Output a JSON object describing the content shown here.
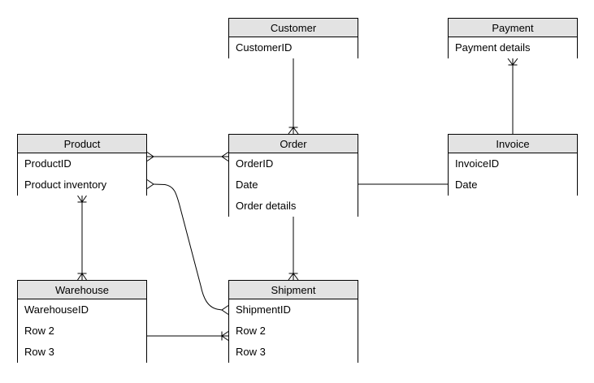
{
  "diagram": {
    "type": "entity-relationship",
    "colors": {
      "background": "#ffffff",
      "entity_fill": "#ffffff",
      "entity_header_fill": "#e3e3e3",
      "border": "#000000",
      "line": "#000000"
    },
    "entities": [
      {
        "id": "customer",
        "name": "Customer",
        "rows": [
          "CustomerID"
        ]
      },
      {
        "id": "payment",
        "name": "Payment",
        "rows": [
          "Payment details"
        ]
      },
      {
        "id": "product",
        "name": "Product",
        "rows": [
          "ProductID",
          "Product inventory"
        ]
      },
      {
        "id": "order",
        "name": "Order",
        "rows": [
          "OrderID",
          "Date",
          "Order details"
        ]
      },
      {
        "id": "invoice",
        "name": "Invoice",
        "rows": [
          "InvoiceID",
          "Date"
        ]
      },
      {
        "id": "warehouse",
        "name": "Warehouse",
        "rows": [
          "WarehouseID",
          "Row 2",
          "Row 3"
        ]
      },
      {
        "id": "shipment",
        "name": "Shipment",
        "rows": [
          "ShipmentID",
          "Row 2",
          "Row 3"
        ]
      }
    ],
    "relationships": [
      {
        "from": "Customer",
        "to": "Order",
        "cardinality": "one-to-many",
        "many_end": "Order",
        "many_marker": "crowfoot-with-tick"
      },
      {
        "from": "Invoice",
        "to": "Payment",
        "cardinality": "one-to-many",
        "many_end": "Payment",
        "many_marker": "crowfoot-with-tick"
      },
      {
        "from": "Product",
        "to": "Order",
        "cardinality": "many-to-many",
        "many_marker": "crowfoot-both-ends"
      },
      {
        "from": "Product",
        "to": "Shipment",
        "cardinality": "many-to-many",
        "many_marker": "crowfoot-both-ends",
        "shape": "curved"
      },
      {
        "from": "Order",
        "to": "Invoice",
        "cardinality": "one-to-one",
        "many_marker": "none"
      },
      {
        "from": "Order",
        "to": "Shipment",
        "cardinality": "one-to-many",
        "many_end": "Shipment",
        "many_marker": "crowfoot-with-tick"
      },
      {
        "from": "Product",
        "to": "Warehouse",
        "cardinality": "many-to-many",
        "many_marker": "crowfoot-with-tick-both-ends"
      },
      {
        "from": "Warehouse",
        "to": "Shipment",
        "cardinality": "one-to-many",
        "many_end": "Shipment",
        "many_marker": "crowfoot-with-tick"
      }
    ]
  }
}
